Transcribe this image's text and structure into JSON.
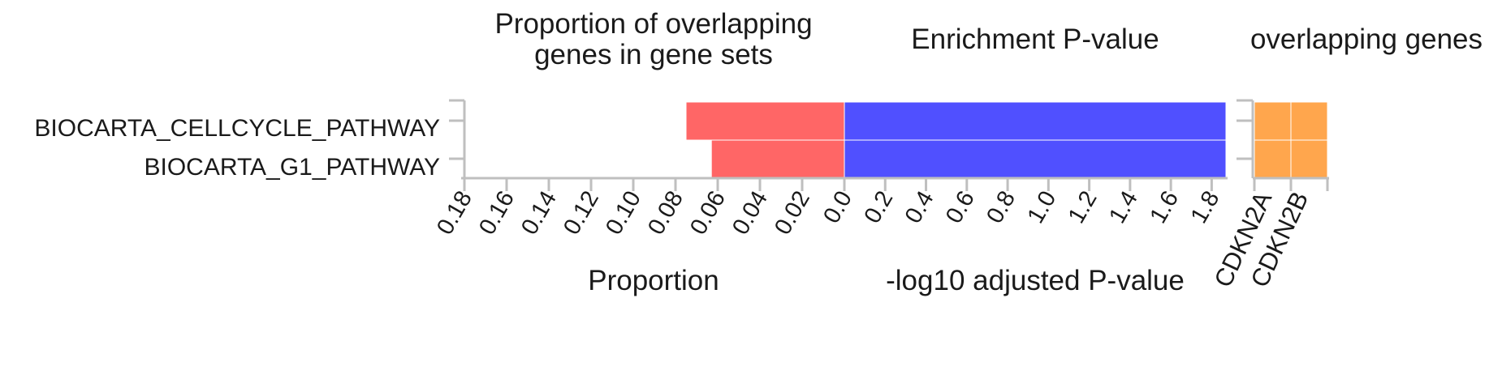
{
  "chart_data": [
    {
      "type": "bar",
      "title_lines": [
        "Proportion of overlapping",
        "genes in gene sets"
      ],
      "xlabel": "Proportion",
      "ylabel": "",
      "categories": [
        "BIOCARTA_CELLCYCLE_PATHWAY",
        "BIOCARTA_G1_PATHWAY"
      ],
      "values": [
        0.075,
        0.063
      ],
      "xlim": [
        0.18,
        0.0
      ],
      "ticks": [
        "0.18",
        "0.16",
        "0.14",
        "0.12",
        "0.10",
        "0.08",
        "0.06",
        "0.04",
        "0.02"
      ],
      "tick_values": [
        0.18,
        0.16,
        0.14,
        0.12,
        0.1,
        0.08,
        0.06,
        0.04,
        0.02
      ],
      "orientation": "horizontal",
      "reversed_axis": true,
      "color": "#ff6666",
      "grid": false
    },
    {
      "type": "bar",
      "title": "Enrichment P-value",
      "xlabel": "-log10 adjusted P-value",
      "categories": [
        "BIOCARTA_CELLCYCLE_PATHWAY",
        "BIOCARTA_G1_PATHWAY"
      ],
      "values": [
        1.87,
        1.87
      ],
      "xlim": [
        0.0,
        1.87
      ],
      "ticks": [
        "0.0",
        "0.2",
        "0.4",
        "0.6",
        "0.8",
        "1.0",
        "1.2",
        "1.4",
        "1.6",
        "1.8"
      ],
      "tick_values": [
        0.0,
        0.2,
        0.4,
        0.6,
        0.8,
        1.0,
        1.2,
        1.4,
        1.6,
        1.8
      ],
      "orientation": "horizontal",
      "color": "#5050ff",
      "grid": false
    },
    {
      "type": "heatmap",
      "title": "overlapping genes",
      "columns": [
        "CDKN2A",
        "CDKN2B"
      ],
      "rows": [
        "BIOCARTA_CELLCYCLE_PATHWAY",
        "BIOCARTA_G1_PATHWAY"
      ],
      "values": [
        [
          1,
          1
        ],
        [
          1,
          1
        ]
      ],
      "color": "#ffa64d"
    }
  ]
}
